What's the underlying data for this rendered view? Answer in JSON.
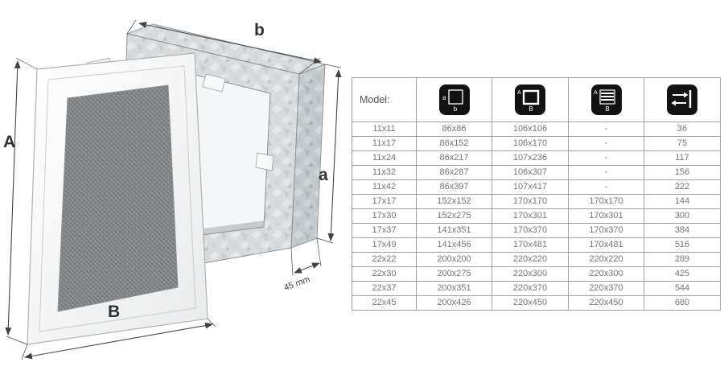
{
  "colors": {
    "icon_bg": "#121212",
    "table_border": "#99a1a6",
    "table_text": "#70777c",
    "dim_line": "#44484b",
    "galvanized_base": "#d7dbde",
    "mesh_base": "#8f9395"
  },
  "diagram": {
    "label_height": "A",
    "label_width": "B",
    "label_box_height": "a",
    "label_box_width": "b",
    "label_depth": "45 mm"
  },
  "table": {
    "model_header": "Model:",
    "icon_headers": [
      {
        "name": "grille-inner-size-icon",
        "side_label": "a",
        "bottom_label": "b"
      },
      {
        "name": "grille-outer-size-icon",
        "side_label": "A",
        "bottom_label": "B"
      },
      {
        "name": "grille-louvre-size-icon",
        "side_label": "A",
        "bottom_label": "B"
      },
      {
        "name": "airflow-section-icon"
      }
    ],
    "rows": [
      {
        "model": "11x11",
        "inner": "86x86",
        "outer": "106x106",
        "louvre": "-",
        "area": "36"
      },
      {
        "model": "11x17",
        "inner": "86x152",
        "outer": "106x170",
        "louvre": "-",
        "area": "75"
      },
      {
        "model": "11x24",
        "inner": "86x217",
        "outer": "107x236",
        "louvre": "-",
        "area": "117"
      },
      {
        "model": "11x32",
        "inner": "86x287",
        "outer": "106x307",
        "louvre": "-",
        "area": "156"
      },
      {
        "model": "11x42",
        "inner": "86x397",
        "outer": "107x417",
        "louvre": "-",
        "area": "222"
      },
      {
        "model": "17x17",
        "inner": "152x152",
        "outer": "170x170",
        "louvre": "170x170",
        "area": "144"
      },
      {
        "model": "17x30",
        "inner": "152x275",
        "outer": "170x301",
        "louvre": "170x301",
        "area": "300"
      },
      {
        "model": "17x37",
        "inner": "141x351",
        "outer": "170x370",
        "louvre": "170x370",
        "area": "384"
      },
      {
        "model": "17x49",
        "inner": "141x456",
        "outer": "170x481",
        "louvre": "170x481",
        "area": "516"
      },
      {
        "model": "22x22",
        "inner": "200x200",
        "outer": "220x220",
        "louvre": "220x220",
        "area": "289"
      },
      {
        "model": "22x30",
        "inner": "200x275",
        "outer": "220x300",
        "louvre": "220x300",
        "area": "425"
      },
      {
        "model": "22x37",
        "inner": "200x351",
        "outer": "220x370",
        "louvre": "220x370",
        "area": "544"
      },
      {
        "model": "22x45",
        "inner": "200x426",
        "outer": "220x450",
        "louvre": "220x450",
        "area": "680"
      }
    ]
  }
}
